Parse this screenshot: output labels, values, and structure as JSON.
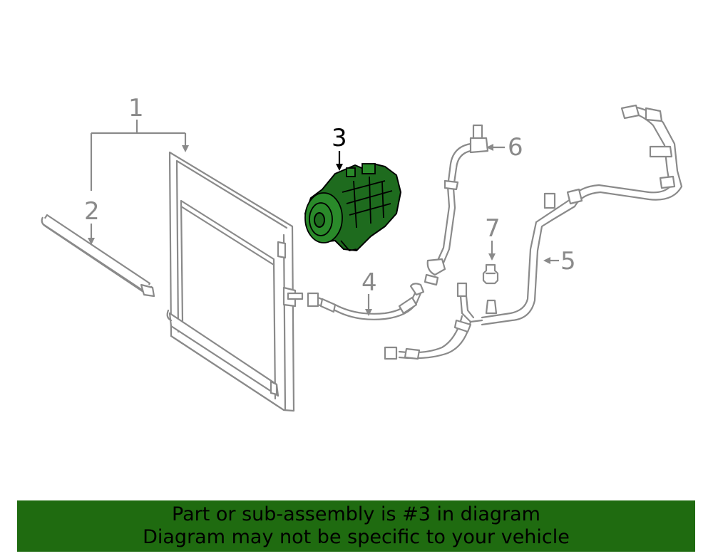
{
  "diagram": {
    "callouts": [
      {
        "id": "1",
        "label": "1"
      },
      {
        "id": "2",
        "label": "2"
      },
      {
        "id": "3",
        "label": "3"
      },
      {
        "id": "4",
        "label": "4"
      },
      {
        "id": "5",
        "label": "5"
      },
      {
        "id": "6",
        "label": "6"
      },
      {
        "id": "7",
        "label": "7"
      }
    ],
    "highlighted_part": "3",
    "highlight_color": "#1e6b1e",
    "line_color": "#8a8a8a"
  },
  "footer": {
    "line1": "Part or sub-assembly is #3 in diagram",
    "line2": "Diagram may not be specific to your vehicle",
    "background_color": "#1f6b10"
  }
}
